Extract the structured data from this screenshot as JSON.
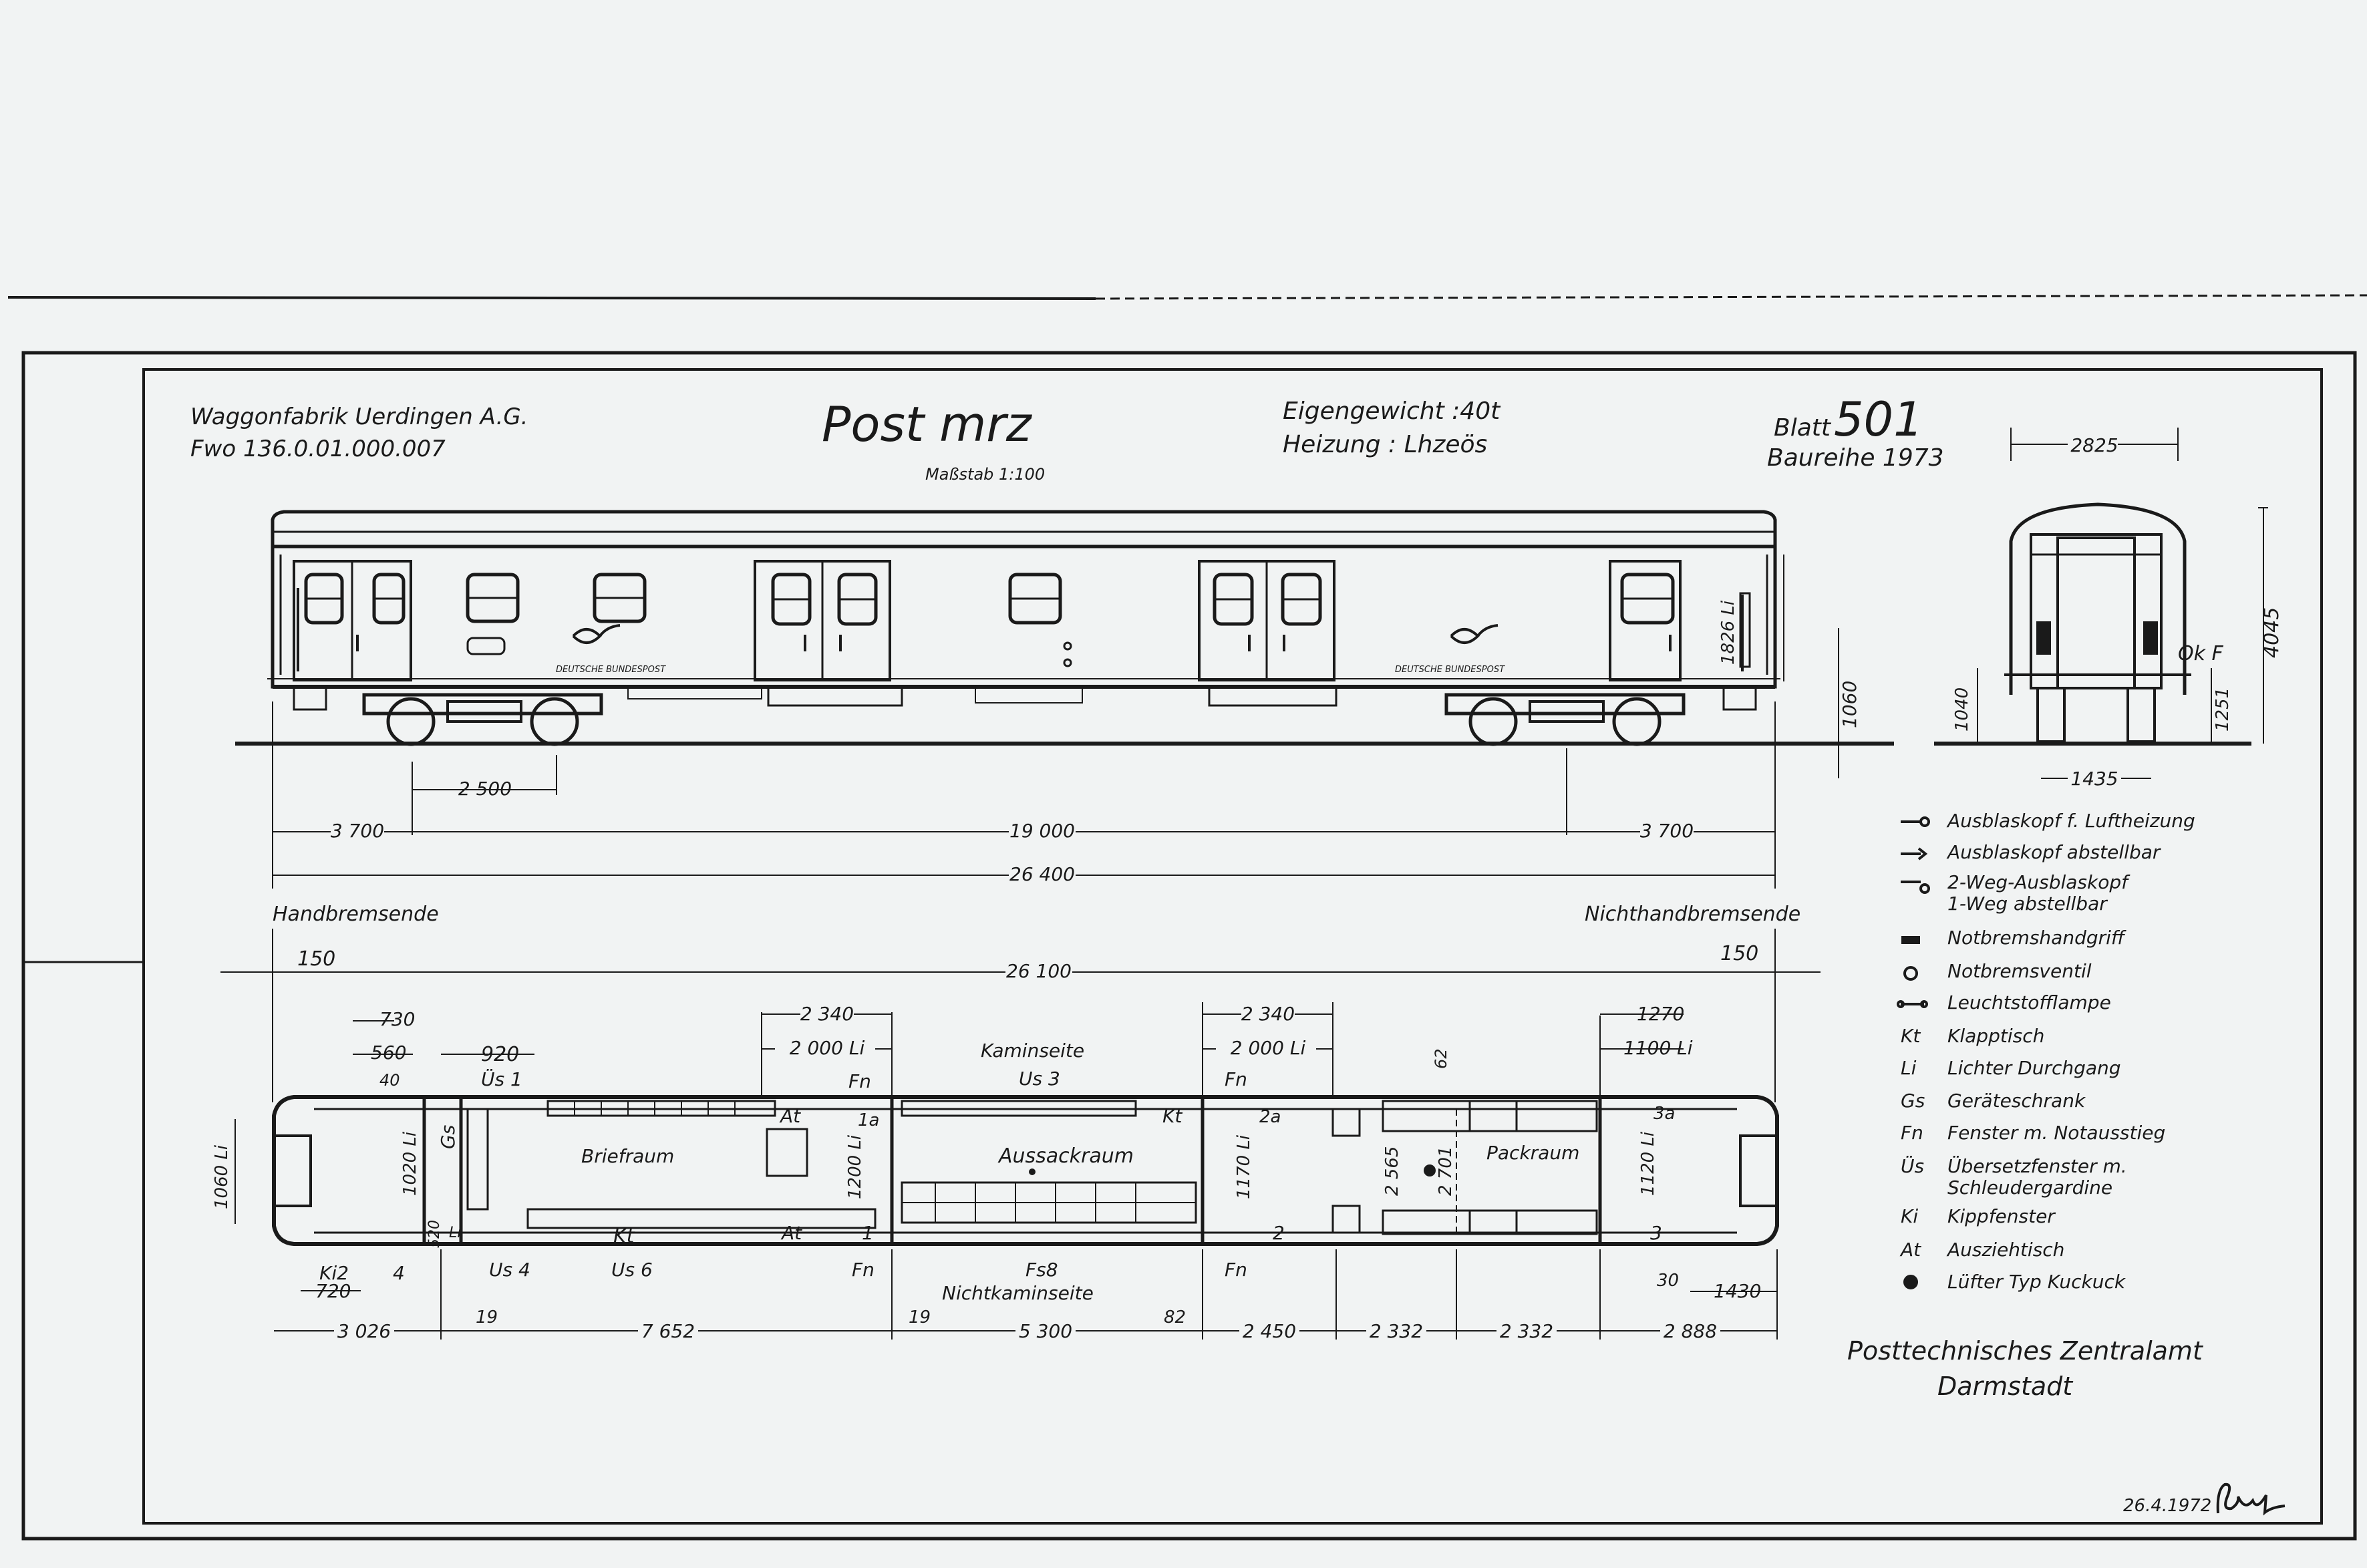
{
  "header": {
    "manufacturer": "Waggonfabrik Uerdingen A.G.",
    "drawing_number": "Fwo 136.0.01.000.007",
    "title": "Post mrz",
    "scale": "Maßstab 1:100",
    "weight": "Eigengewicht :40t",
    "heating": "Heizung : Lhzeös",
    "sheet_label": "Blatt",
    "sheet_number": "501",
    "series": "Baureihe 1973"
  },
  "side_view": {
    "emblem_text": "DEUTSCHE BUNDESPOST",
    "dim_1826": "1826 Li",
    "dim_1060": "1060",
    "dim_2500": "2 500",
    "dim_3700_left": "3 700",
    "dim_19000": "19 000",
    "dim_3700_right": "3 700",
    "dim_26400": "26 400"
  },
  "end_view": {
    "width_top": "2825",
    "height_total": "4045",
    "ok_f": "Ok F",
    "dim_1040": "1040",
    "dim_1251": "1251",
    "gauge": "1435"
  },
  "plan_view": {
    "brake_end": "Handbremsende",
    "non_brake_end": "Nichthandbremsende",
    "dim_150_left": "150",
    "dim_26100": "26 100",
    "dim_150_right": "150",
    "dim_730": "730",
    "dim_560": "560",
    "dim_920": "920",
    "dim_40": "40",
    "us1": "Üs 1",
    "dim_2340_a": "2 340",
    "dim_2000_a": "2 000 Li",
    "fn_a": "Fn",
    "kaminseite": "Kaminseite",
    "us3": "Us 3",
    "dim_2340_b": "2 340",
    "dim_2000_b": "2 000 Li",
    "fn_b": "Fn",
    "dim_62": "62",
    "dim_1270": "1270",
    "dim_1100": "1100 Li",
    "dim_1060_li": "1060 Li",
    "dim_1020_li": "1020 Li",
    "gs": "Gs",
    "briefraum": "Briefraum",
    "at_1": "At",
    "dim_1200_li": "1200 Li",
    "room_1a": "1a",
    "aussackraum": "Aussackraum",
    "kt_1": "Kt",
    "room_2a": "2a",
    "dim_1170_li": "1170 Li",
    "dim_2565": "2 565",
    "dim_2701": "2 701",
    "packraum": "Packraum",
    "room_3a": "3a",
    "dim_1120_li": "1120 Li",
    "dim_520": "520",
    "li_small": "Li",
    "kt_2": "Kt",
    "at_2": "At",
    "room_1": "1",
    "room_2": "2",
    "room_3": "3",
    "ki2": "Ki2",
    "room_4": "4",
    "us4": "Us 4",
    "us6": "Us 6",
    "fn_c": "Fn",
    "fs8": "Fs8",
    "fn_d": "Fn",
    "dim_30": "30",
    "dim_1430": "1430",
    "dim_720": "720",
    "nichtkaminseite": "Nichtkaminseite",
    "dim_3026": "3 026",
    "dim_19_a": "19",
    "dim_7652": "7 652",
    "dim_19_b": "19",
    "dim_5300": "5 300",
    "dim_82": "82",
    "dim_2450": "2 450",
    "dim_2332_a": "2 332",
    "dim_2332_b": "2 332",
    "dim_2888": "2 888"
  },
  "legend": [
    {
      "abbr": "",
      "text": "Ausblaskopf f. Luftheizung"
    },
    {
      "abbr": "",
      "text": "Ausblaskopf abstellbar"
    },
    {
      "abbr": "",
      "text": "2-Weg-Ausblaskopf 1-Weg abstellbar"
    },
    {
      "abbr": "",
      "text": "Notbremshandgriff"
    },
    {
      "abbr": "",
      "text": "Notbremsventil"
    },
    {
      "abbr": "",
      "text": "Leuchtstofflampe"
    },
    {
      "abbr": "Kt",
      "text": "Klapptisch"
    },
    {
      "abbr": "Li",
      "text": "Lichter Durchgang"
    },
    {
      "abbr": "Gs",
      "text": "Geräteschrank"
    },
    {
      "abbr": "Fn",
      "text": "Fenster m. Notausstieg"
    },
    {
      "abbr": "Üs",
      "text": "Übersetzfenster m. Schleudergardine"
    },
    {
      "abbr": "Ki",
      "text": "Kippfenster"
    },
    {
      "abbr": "At",
      "text": "Ausziehtisch"
    },
    {
      "abbr": "",
      "text": "Lüfter Typ Kuckuck"
    }
  ],
  "footer": {
    "office_line1": "Posttechnisches Zentralamt",
    "office_line2": "Darmstadt",
    "date": "26.4.1972"
  }
}
